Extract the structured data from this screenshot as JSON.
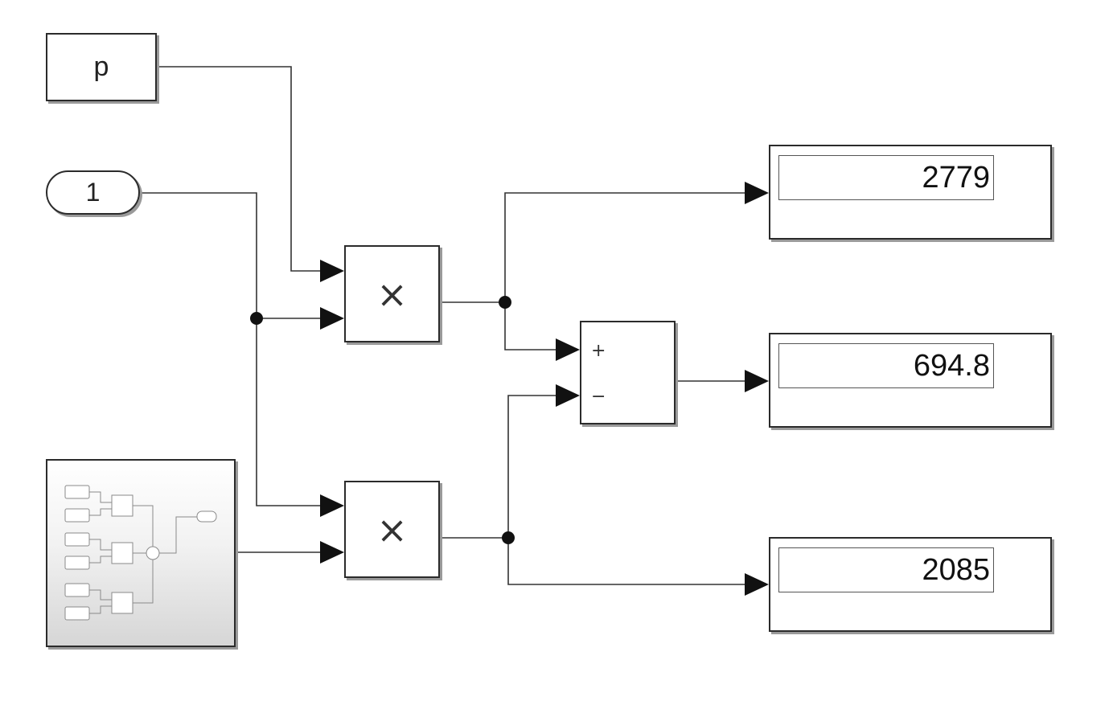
{
  "blocks": {
    "constant": {
      "label": "p"
    },
    "inport": {
      "label": "1"
    },
    "product_top": {
      "symbol": "×"
    },
    "product_bottom": {
      "symbol": "×"
    },
    "sum": {
      "plus_sign": "+",
      "minus_sign": "−"
    }
  },
  "displays": [
    {
      "value": "2779"
    },
    {
      "value": "694.8"
    },
    {
      "value": "2085"
    }
  ]
}
